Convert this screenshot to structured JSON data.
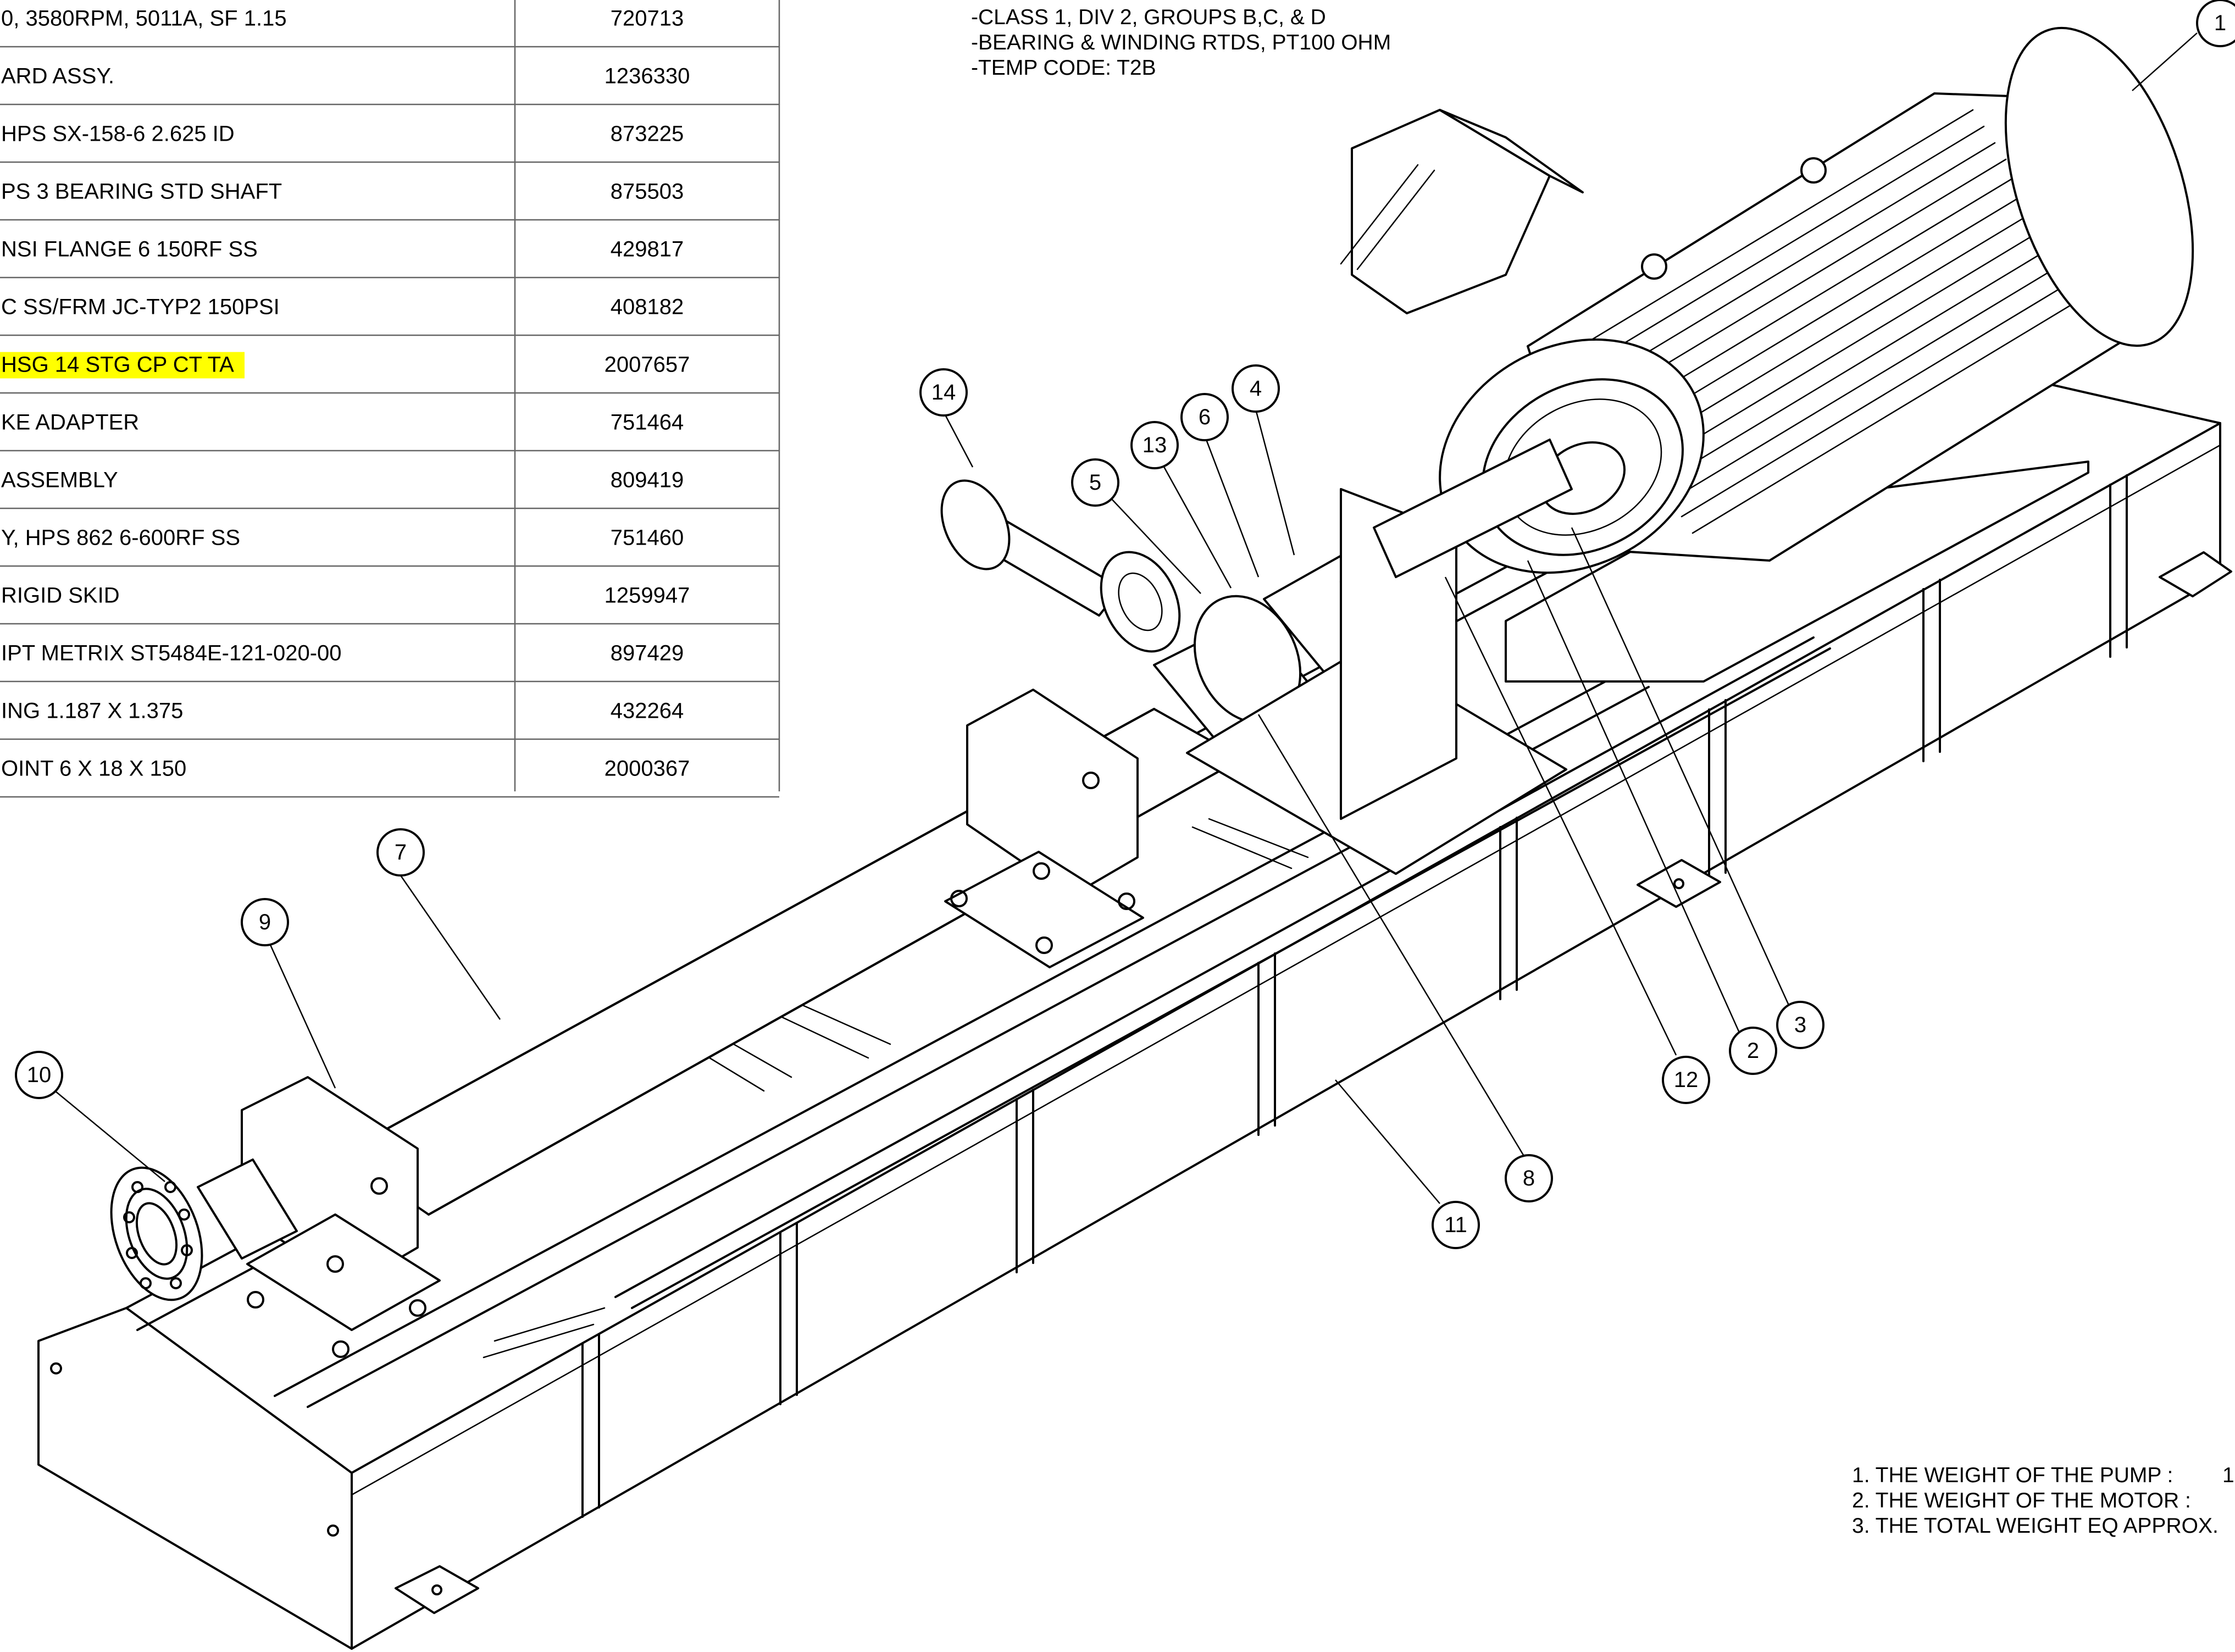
{
  "bom_table": {
    "rows": [
      {
        "description": "0, 3580RPM, 5011A, SF 1.15",
        "part_number": "720713",
        "highlighted": false
      },
      {
        "description": "ARD ASSY.",
        "part_number": "1236330",
        "highlighted": false
      },
      {
        "description": "HPS SX-158-6 2.625 ID",
        "part_number": "873225",
        "highlighted": false
      },
      {
        "description": "PS 3 BEARING STD SHAFT",
        "part_number": "875503",
        "highlighted": false
      },
      {
        "description": "NSI FLANGE 6 150RF SS",
        "part_number": "429817",
        "highlighted": false
      },
      {
        "description": "C SS/FRM JC-TYP2 150PSI",
        "part_number": "408182",
        "highlighted": false
      },
      {
        "description": " HSG 14 STG CP CT TA",
        "part_number": "2007657",
        "highlighted": true
      },
      {
        "description": "KE ADAPTER",
        "part_number": "751464",
        "highlighted": false
      },
      {
        "description": "ASSEMBLY",
        "part_number": "809419",
        "highlighted": false
      },
      {
        "description": "Y, HPS 862 6-600RF SS",
        "part_number": "751460",
        "highlighted": false
      },
      {
        "description": "RIGID SKID",
        "part_number": "1259947",
        "highlighted": false
      },
      {
        "description": " IPT METRIX ST5484E-121-020-00",
        "part_number": "897429",
        "highlighted": false
      },
      {
        "description": "ING 1.187 X 1.375",
        "part_number": "432264",
        "highlighted": false
      },
      {
        "description": "OINT 6 X 18 X 150",
        "part_number": "2000367",
        "highlighted": false
      }
    ]
  },
  "motor_notes": [
    "-CLASS 1, DIV 2, GROUPS B,C, & D",
    "-BEARING & WINDING RTDS, PT100 OHM",
    "-TEMP CODE: T2B"
  ],
  "weight_notes": [
    "1.  THE WEIGHT OF THE PUMP :",
    "2.  THE WEIGHT OF THE MOTOR :",
    "3.  THE TOTAL WEIGHT EQ APPROX."
  ],
  "weight_note_overflow": "1",
  "balloons": [
    "1",
    "2",
    "3",
    "4",
    "5",
    "6",
    "7",
    "8",
    "9",
    "10",
    "11",
    "12",
    "13",
    "14"
  ],
  "colors": {
    "line": "#000000",
    "background": "#ffffff",
    "highlight": "#ffff00",
    "table_grid": "#666666"
  }
}
